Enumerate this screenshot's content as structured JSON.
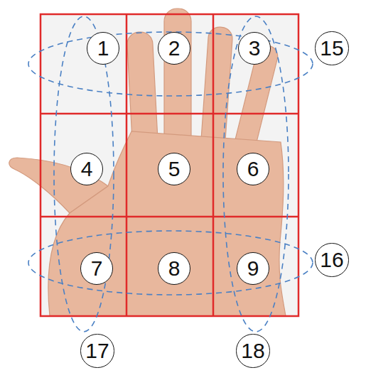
{
  "diagram": {
    "nodes": [
      {
        "text": [
          "1"
        ]
      },
      {
        "text": [
          "2"
        ]
      },
      {
        "text": [
          "3"
        ]
      },
      {
        "text": [
          "15"
        ]
      },
      {
        "text": [
          "4"
        ]
      },
      {
        "text": [
          "5"
        ]
      },
      {
        "text": [
          "6"
        ]
      },
      {
        "text": [
          "7"
        ]
      },
      {
        "text": [
          "8"
        ]
      },
      {
        "text": [
          "9"
        ]
      },
      {
        "text": [
          "16"
        ]
      },
      {
        "text": [
          "17"
        ]
      },
      {
        "text": [
          "18"
        ]
      }
    ]
  }
}
